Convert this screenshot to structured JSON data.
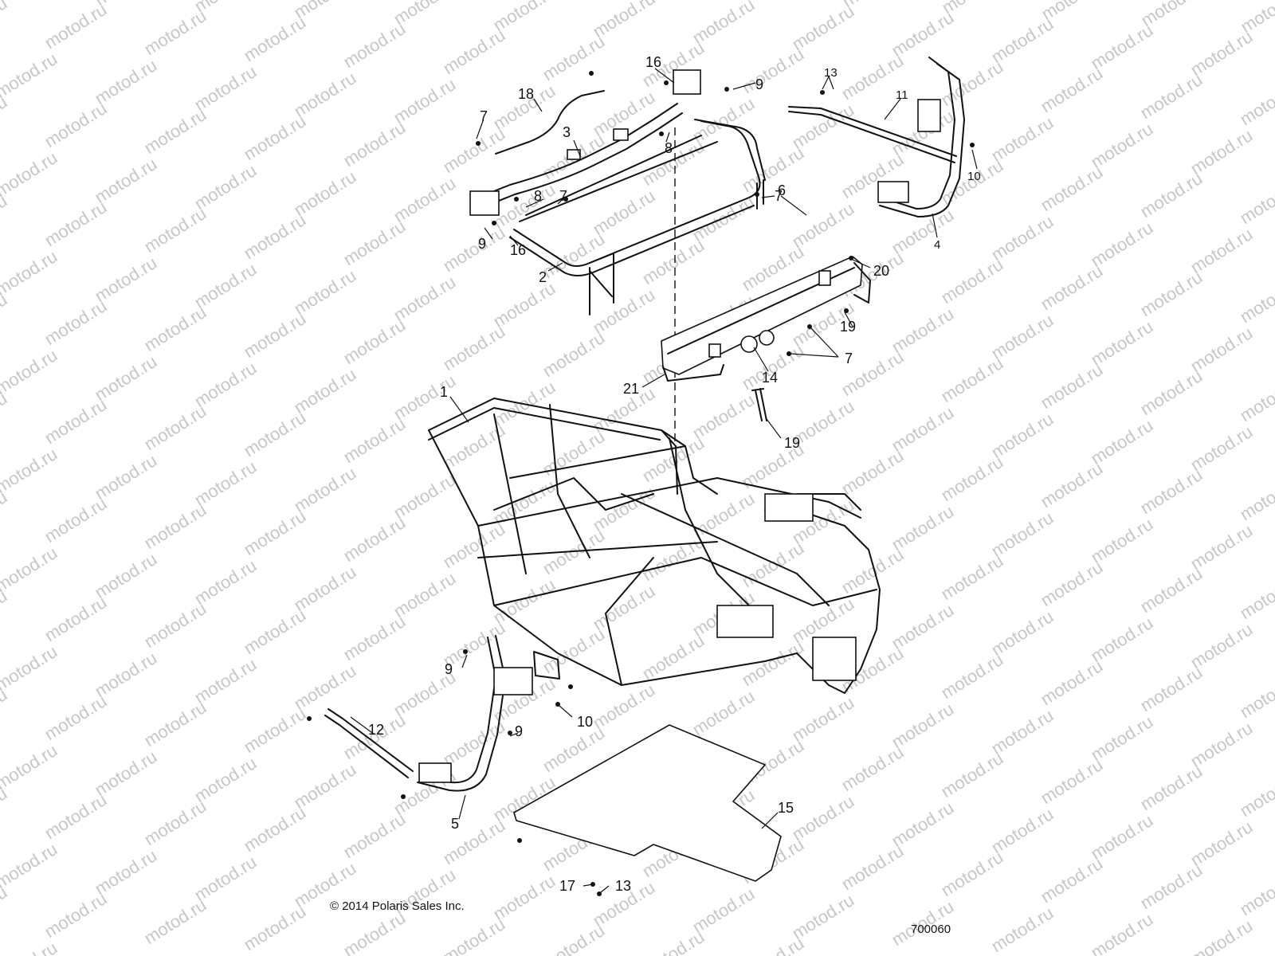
{
  "watermark": "motod.ru",
  "copyright": "© 2014 Polaris Sales Inc.",
  "figure_id": "700060",
  "callouts": [
    {
      "id": "c16a",
      "label": "16"
    },
    {
      "id": "c9a",
      "label": "9"
    },
    {
      "id": "c18",
      "label": "18"
    },
    {
      "id": "c7a",
      "label": "7"
    },
    {
      "id": "c3",
      "label": "3"
    },
    {
      "id": "c8a",
      "label": "8"
    },
    {
      "id": "c8b",
      "label": "8"
    },
    {
      "id": "c7b",
      "label": "7"
    },
    {
      "id": "c7c",
      "label": "7"
    },
    {
      "id": "c9b",
      "label": "9"
    },
    {
      "id": "c16b",
      "label": "16"
    },
    {
      "id": "c2",
      "label": "2"
    },
    {
      "id": "c13a",
      "label": "13"
    },
    {
      "id": "c11",
      "label": "11"
    },
    {
      "id": "c10a",
      "label": "10"
    },
    {
      "id": "c4",
      "label": "4"
    },
    {
      "id": "c6",
      "label": "6"
    },
    {
      "id": "c20",
      "label": "20"
    },
    {
      "id": "c19a",
      "label": "19"
    },
    {
      "id": "c7d",
      "label": "7"
    },
    {
      "id": "c14",
      "label": "14"
    },
    {
      "id": "c21",
      "label": "21"
    },
    {
      "id": "c19b",
      "label": "19"
    },
    {
      "id": "c1",
      "label": "1"
    },
    {
      "id": "c9c",
      "label": "9"
    },
    {
      "id": "c10b",
      "label": "10"
    },
    {
      "id": "c12",
      "label": "12"
    },
    {
      "id": "c9d",
      "label": "9"
    },
    {
      "id": "c5",
      "label": "5"
    },
    {
      "id": "c15",
      "label": "15"
    },
    {
      "id": "c17",
      "label": "17"
    },
    {
      "id": "c13b",
      "label": "13"
    }
  ]
}
